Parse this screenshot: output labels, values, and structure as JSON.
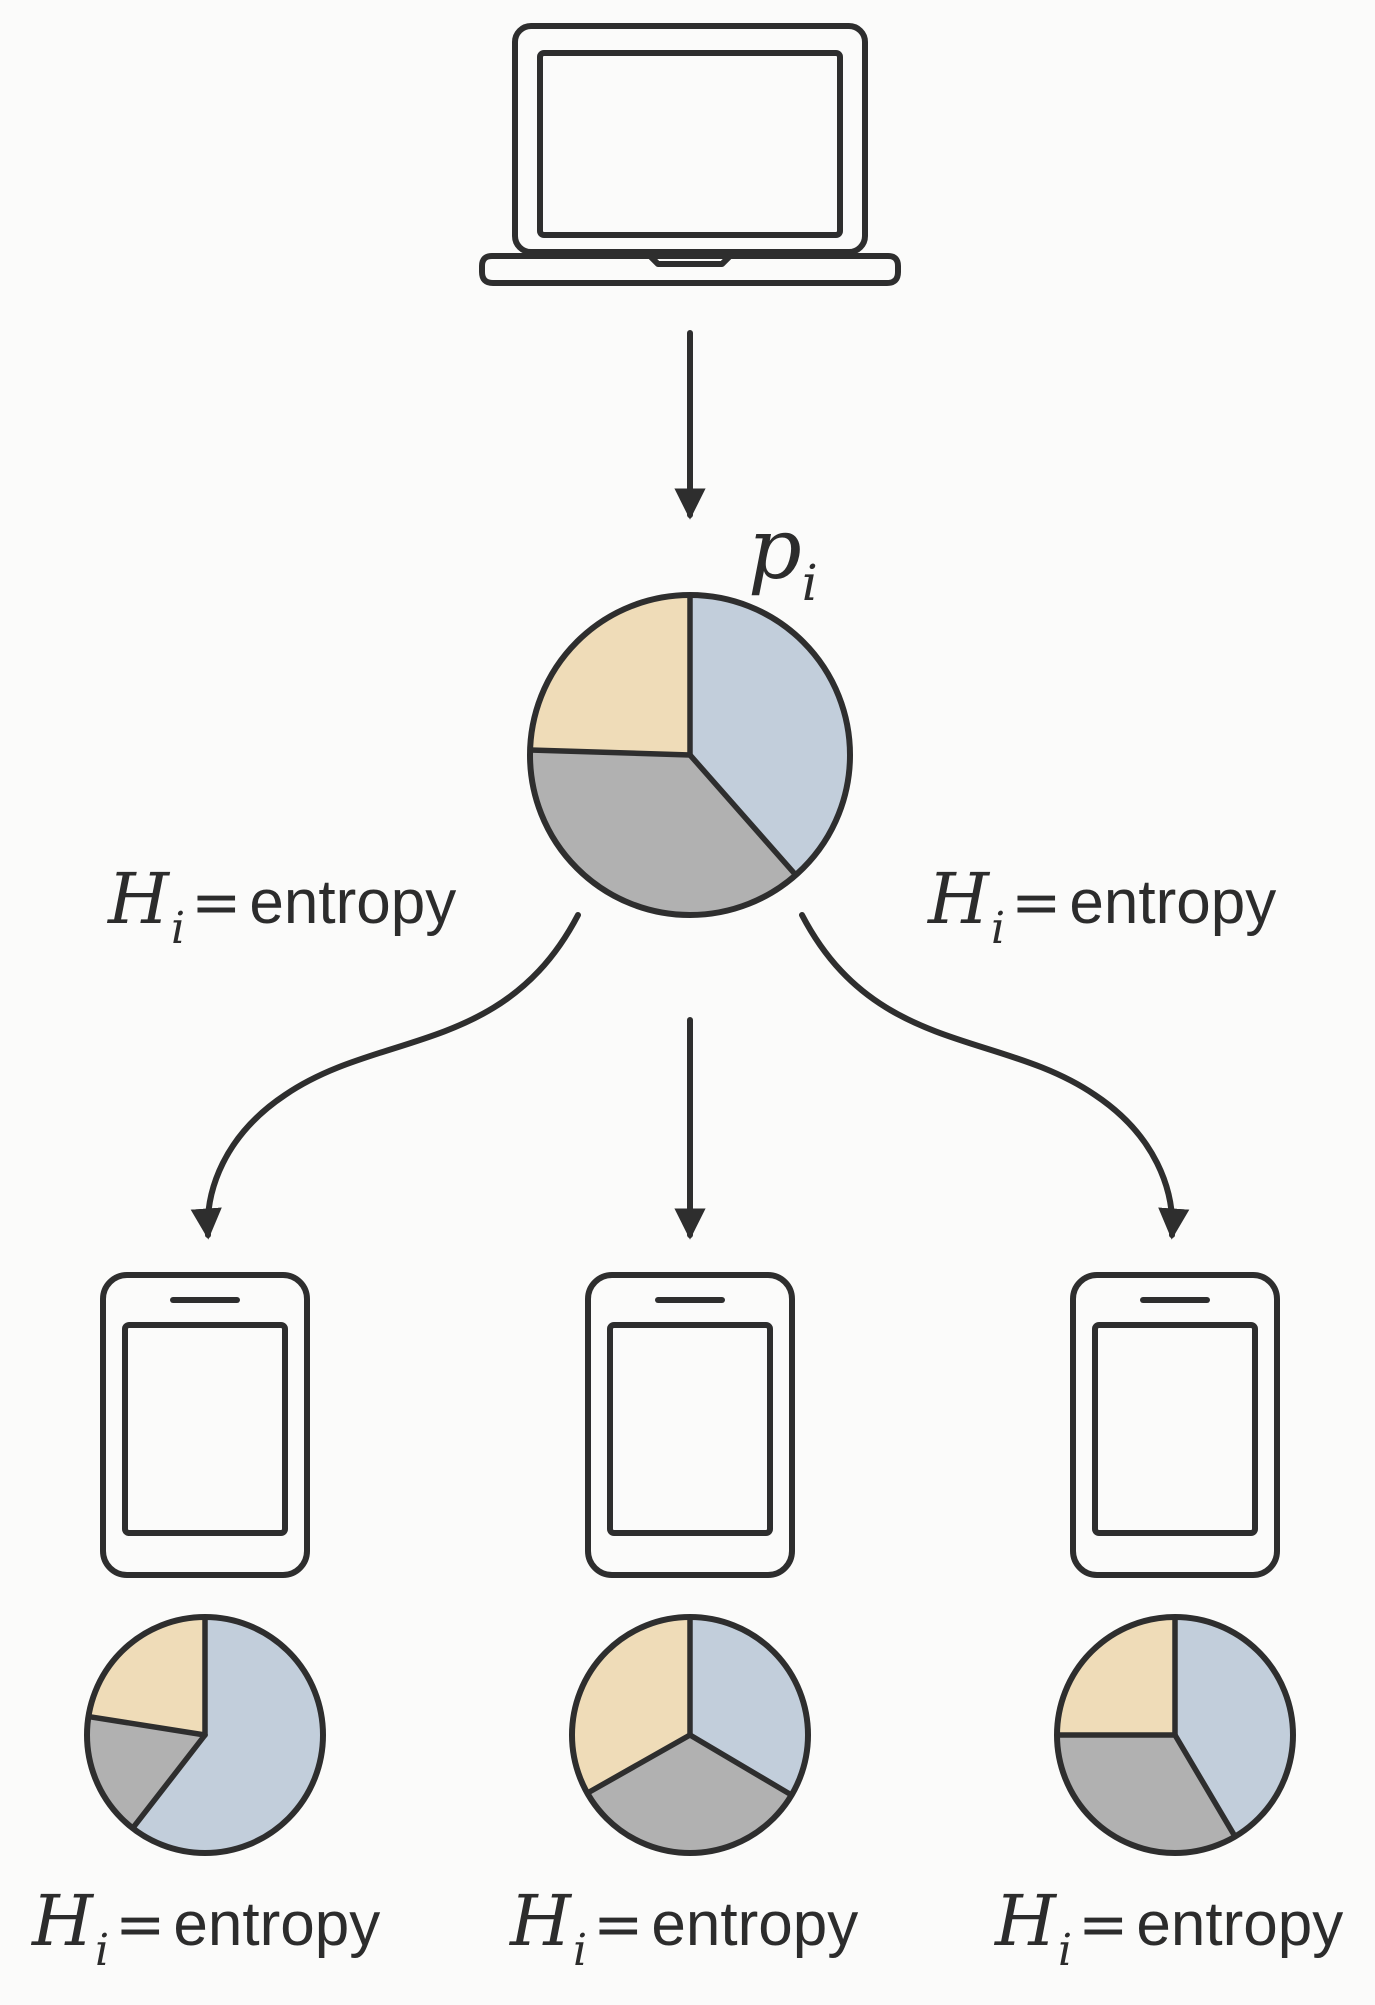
{
  "colors": {
    "stroke": "#2e2e2e",
    "blue": "#c2cedb",
    "gray": "#b1b1b1",
    "tan": "#efdcb8",
    "background": "#fbfbfa"
  },
  "server": {
    "icon": "laptop-icon"
  },
  "distribution": {
    "symbol": "p",
    "subscript": "i",
    "slices": {
      "blue": 0.385,
      "gray": 0.37,
      "tan": 0.245
    }
  },
  "edge_labels": [
    {
      "symbol": "H",
      "subscript": "i",
      "equals": "=",
      "text": "entropy"
    },
    {
      "symbol": "H",
      "subscript": "i",
      "equals": "=",
      "text": "entropy"
    }
  ],
  "devices": [
    {
      "icon": "phone-icon",
      "slices": {
        "blue": 0.605,
        "gray": 0.17,
        "tan": 0.225
      },
      "label": {
        "symbol": "H",
        "subscript": "i",
        "equals": "=",
        "text": "entropy"
      }
    },
    {
      "icon": "phone-icon",
      "slices": {
        "blue": 0.335,
        "gray": 0.333,
        "tan": 0.332
      },
      "label": {
        "symbol": "H",
        "subscript": "i",
        "equals": "=",
        "text": "entropy"
      }
    },
    {
      "icon": "phone-icon",
      "slices": {
        "blue": 0.415,
        "gray": 0.335,
        "tan": 0.25
      },
      "label": {
        "symbol": "H",
        "subscript": "i",
        "equals": "=",
        "text": "entropy"
      }
    }
  ]
}
